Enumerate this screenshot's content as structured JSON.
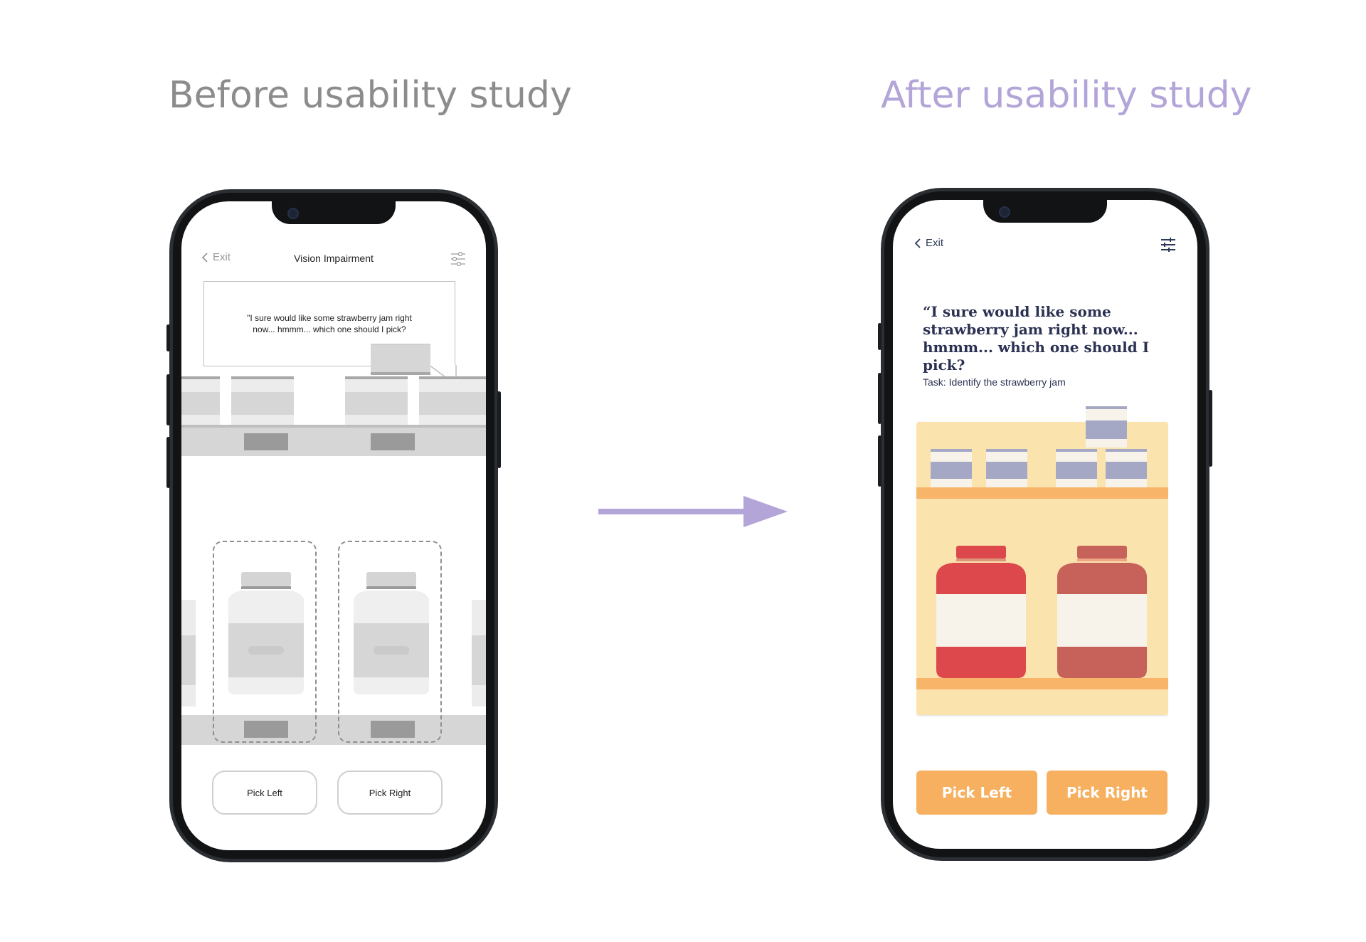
{
  "headings": {
    "before": "Before usability study",
    "after": "After usability study"
  },
  "colors": {
    "before_heading": "#8c8c8c",
    "after_heading": "#b3a5d8",
    "arrow": "#b3a5d8",
    "accent_button": "#f6b060",
    "scene_background": "#fbe3ad",
    "shelf": "#f8b56a",
    "jar_left": "#dc484c",
    "jar_right": "#c6625a",
    "text_dark": "#2b3152"
  },
  "before_screen": {
    "exit_label": "Exit",
    "title": "Vision Impairment",
    "bubble_text": "\"I sure would like some strawberry jam right now... hmmm... which one should I pick?",
    "pick_left": "Pick Left",
    "pick_right": "Pick Right",
    "icons": [
      "chevron-left-icon",
      "filter-sliders-icon"
    ]
  },
  "after_screen": {
    "exit_label": "Exit",
    "quote": "“I sure would like some strawberry jam right now... hmmm... which one should I pick?",
    "task": "Task: Identify the strawberry jam",
    "pick_left": "Pick Left",
    "pick_right": "Pick Right",
    "icons": [
      "chevron-left-icon",
      "menu-sliders-icon"
    ]
  }
}
